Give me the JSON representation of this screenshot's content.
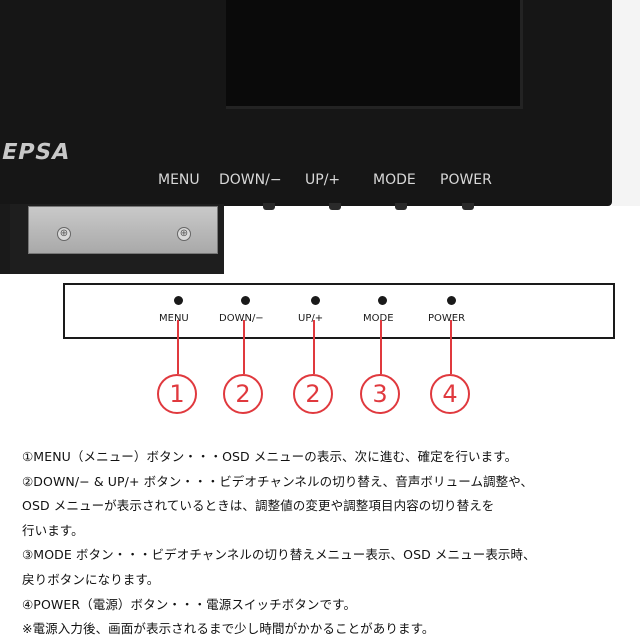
{
  "monitor": {
    "logo_text": "EPSA",
    "bezel_labels": [
      "MENU",
      "DOWN/−",
      "UP/+",
      "MODE",
      "POWER"
    ]
  },
  "diagram": {
    "buttons": [
      {
        "label": "MENU",
        "number": "1"
      },
      {
        "label": "DOWN/−",
        "number": "2"
      },
      {
        "label": "UP/+",
        "number": "2"
      },
      {
        "label": "MODE",
        "number": "3"
      },
      {
        "label": "POWER",
        "number": "4"
      }
    ],
    "accent_color": "#e0393e"
  },
  "description": [
    "①MENU（メニュー）ボタン・・・OSD メニューの表示、次に進む、確定を行います。",
    "②DOWN/− & UP/+ ボタン・・・ビデオチャンネルの切り替え、音声ボリューム調整や、",
    "OSD メニューが表示されているときは、調整値の変更や調整項目内容の切り替えを",
    "行います。",
    "③MODE ボタン・・・ビデオチャンネルの切り替えメニュー表示、OSD メニュー表示時、",
    "戻りボタンになります。",
    "④POWER（電源）ボタン・・・電源スイッチボタンです。",
    "※電源入力後、画面が表示されるまで少し時間がかかることがあります。"
  ]
}
